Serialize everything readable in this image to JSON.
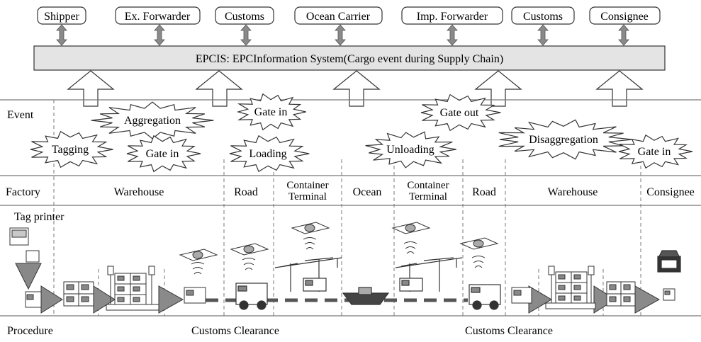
{
  "stakeholders": [
    "Shipper",
    "Ex. Forwarder",
    "Customs",
    "Ocean Carrier",
    "Imp. Forwarder",
    "Customs",
    "Consignee"
  ],
  "epcis_label": "EPCIS: EPCInformation System(Cargo event during Supply Chain)",
  "event_row_label": "Event",
  "events": [
    "Tagging",
    "Aggregation",
    "Gate in",
    "Gate in",
    "Loading",
    "Unloading",
    "Gate out",
    "Disaggregation",
    "Gate in"
  ],
  "locations": [
    "Factory",
    "Warehouse",
    "Road",
    "Container Terminal",
    "Ocean",
    "Container Terminal",
    "Road",
    "Warehouse",
    "Consignee"
  ],
  "tag_printer_label": "Tag printer",
  "bottom": {
    "procedure": "Procedure",
    "customs_clearance_1": "Customs Clearance",
    "customs_clearance_2": "Customs Clearance"
  }
}
